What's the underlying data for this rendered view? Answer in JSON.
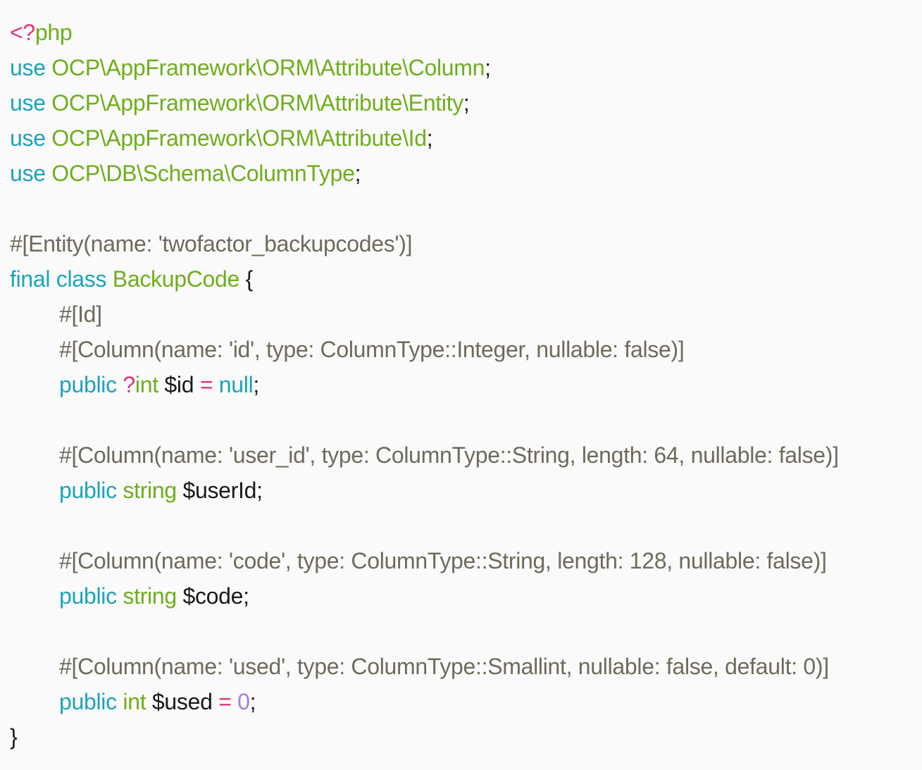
{
  "code": {
    "lines": [
      {
        "indent": false,
        "tokens": [
          {
            "t": "<?",
            "k": "op"
          },
          {
            "t": "php",
            "k": "php"
          }
        ]
      },
      {
        "indent": false,
        "tokens": [
          {
            "t": "use ",
            "k": "kw"
          },
          {
            "t": "OCP\\AppFramework\\ORM\\Attribute\\Column",
            "k": "ns"
          },
          {
            "t": ";",
            "k": "plain"
          }
        ]
      },
      {
        "indent": false,
        "tokens": [
          {
            "t": "use ",
            "k": "kw"
          },
          {
            "t": "OCP\\AppFramework\\ORM\\Attribute\\Entity",
            "k": "ns"
          },
          {
            "t": ";",
            "k": "plain"
          }
        ]
      },
      {
        "indent": false,
        "tokens": [
          {
            "t": "use ",
            "k": "kw"
          },
          {
            "t": "OCP\\AppFramework\\ORM\\Attribute\\Id",
            "k": "ns"
          },
          {
            "t": ";",
            "k": "plain"
          }
        ]
      },
      {
        "indent": false,
        "tokens": [
          {
            "t": "use ",
            "k": "kw"
          },
          {
            "t": "OCP\\DB\\Schema\\ColumnType",
            "k": "ns"
          },
          {
            "t": ";",
            "k": "plain"
          }
        ]
      },
      {
        "indent": false,
        "tokens": []
      },
      {
        "indent": false,
        "tokens": [
          {
            "t": "#[Entity(name: 'twofactor_backupcodes')]",
            "k": "attr"
          }
        ]
      },
      {
        "indent": false,
        "tokens": [
          {
            "t": "final class ",
            "k": "kw"
          },
          {
            "t": "BackupCode",
            "k": "cls"
          },
          {
            "t": " {",
            "k": "plain"
          }
        ]
      },
      {
        "indent": true,
        "tokens": [
          {
            "t": "#[Id]",
            "k": "attr"
          }
        ]
      },
      {
        "indent": true,
        "tokens": [
          {
            "t": "#[Column(name: 'id', type: ColumnType::Integer, nullable: false)]",
            "k": "attr"
          }
        ]
      },
      {
        "indent": true,
        "tokens": [
          {
            "t": "public ",
            "k": "kw"
          },
          {
            "t": "?",
            "k": "op"
          },
          {
            "t": "int",
            "k": "type"
          },
          {
            "t": " $id ",
            "k": "plain"
          },
          {
            "t": "=",
            "k": "op"
          },
          {
            "t": " ",
            "k": "plain"
          },
          {
            "t": "null",
            "k": "kw"
          },
          {
            "t": ";",
            "k": "plain"
          }
        ]
      },
      {
        "indent": true,
        "tokens": []
      },
      {
        "indent": true,
        "tokens": [
          {
            "t": "#[Column(name: 'user_id', type: ColumnType::String, length: 64, nullable: false)]",
            "k": "attr"
          }
        ]
      },
      {
        "indent": true,
        "tokens": [
          {
            "t": "public ",
            "k": "kw"
          },
          {
            "t": "string",
            "k": "type"
          },
          {
            "t": " $userId;",
            "k": "plain"
          }
        ]
      },
      {
        "indent": true,
        "tokens": []
      },
      {
        "indent": true,
        "tokens": [
          {
            "t": "#[Column(name: 'code', type: ColumnType::String, length: 128, nullable: false)]",
            "k": "attr"
          }
        ]
      },
      {
        "indent": true,
        "tokens": [
          {
            "t": "public ",
            "k": "kw"
          },
          {
            "t": "string",
            "k": "type"
          },
          {
            "t": " $code;",
            "k": "plain"
          }
        ]
      },
      {
        "indent": true,
        "tokens": []
      },
      {
        "indent": true,
        "tokens": [
          {
            "t": "#[Column(name: 'used', type: ColumnType::Smallint, nullable: false, default: 0)]",
            "k": "attr"
          }
        ]
      },
      {
        "indent": true,
        "tokens": [
          {
            "t": "public ",
            "k": "kw"
          },
          {
            "t": "int",
            "k": "type"
          },
          {
            "t": " $used ",
            "k": "plain"
          },
          {
            "t": "=",
            "k": "op"
          },
          {
            "t": " ",
            "k": "plain"
          },
          {
            "t": "0",
            "k": "num"
          },
          {
            "t": ";",
            "k": "plain"
          }
        ]
      },
      {
        "indent": false,
        "tokens": [
          {
            "t": "}",
            "k": "plain"
          }
        ]
      }
    ]
  },
  "colors": {
    "background": "#fafafa",
    "keyword": "#1ca3bd",
    "namespace": "#6fae1c",
    "attribute": "#6e6a5c",
    "operator": "#e0357a",
    "number": "#a37fe0",
    "plain": "#1a1a1a"
  }
}
